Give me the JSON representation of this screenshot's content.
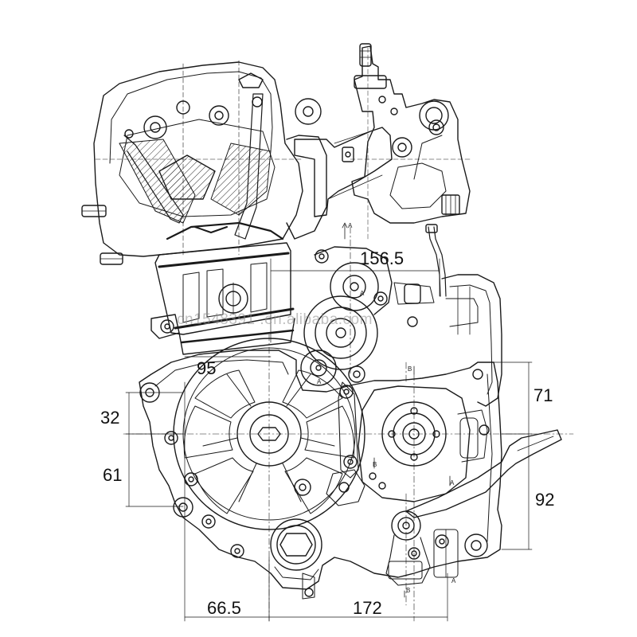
{
  "dimensions": {
    "top_width": "156.5",
    "left_offset": "95",
    "left_upper": "32",
    "left_lower": "61",
    "right_upper": "71",
    "right_lower": "92",
    "bottom_left": "66.5",
    "bottom_right": "172"
  },
  "section_marks": {
    "a1": "A",
    "a2": "A",
    "a3": "A",
    "a4": "A",
    "a5": "A",
    "b1": "B",
    "b2": "B",
    "b3": "B"
  },
  "watermark": "cn1548391 .en.alibaba.com",
  "colors": {
    "ink": "#1a1a1a",
    "hatch": "#333333",
    "watermark": "#8c8c8c"
  }
}
